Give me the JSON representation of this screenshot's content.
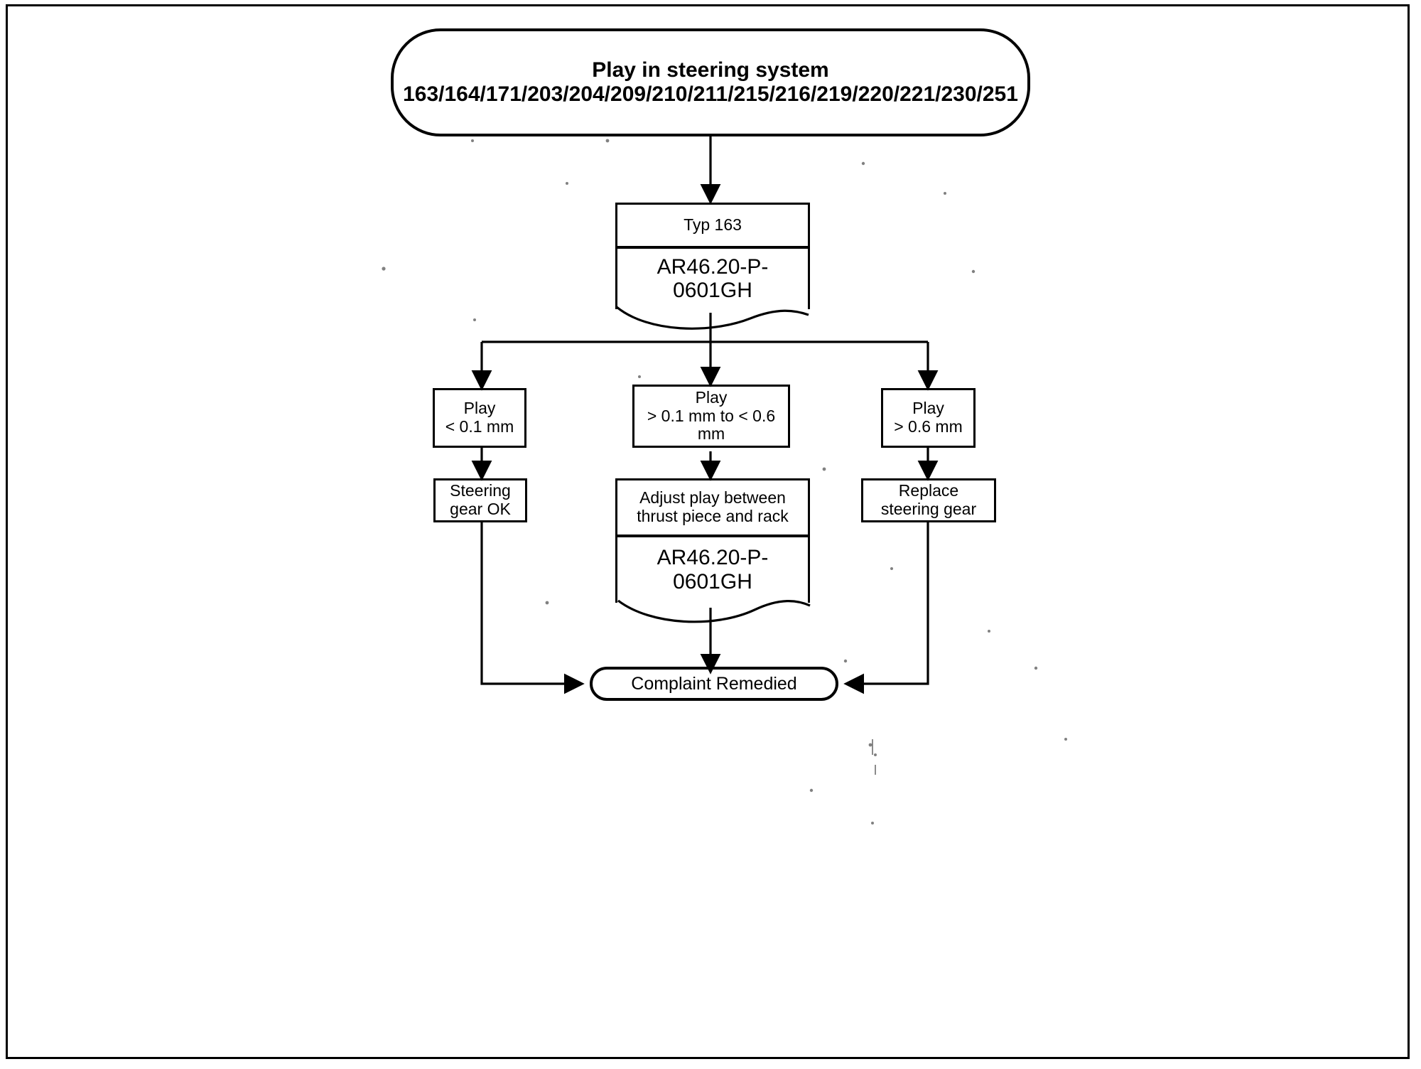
{
  "diagram": {
    "type": "flowchart",
    "title": "Play in steering system diagnostic flowchart",
    "start": {
      "shape": "terminal",
      "title": "Play in steering system",
      "codes": "163/164/171/203/204/209/210/211/215/216/219/220/221/230/251"
    },
    "reference": {
      "shape": "document",
      "header": "Typ 163",
      "body_line1": "AR46.20-P-",
      "body_line2": "0601GH"
    },
    "conditions": [
      {
        "id": "cond-play-lt-01",
        "shape": "process",
        "line1": "Play",
        "line2": "< 0.1 mm",
        "line3": ""
      },
      {
        "id": "cond-play-01-to-06",
        "shape": "process",
        "line1": "Play",
        "line2": "> 0.1 mm to < 0.6",
        "line3": "mm"
      },
      {
        "id": "cond-play-gt-06",
        "shape": "process",
        "line1": "Play",
        "line2": "> 0.6 mm",
        "line3": ""
      }
    ],
    "actions": [
      {
        "id": "action-steering-gear-ok",
        "shape": "process",
        "line1": "Steering",
        "line2": "gear OK"
      },
      {
        "id": "action-adjust-play",
        "shape": "document",
        "line1": "Adjust play between",
        "line2": "thrust piece and rack",
        "doc_line1": "AR46.20-P-",
        "doc_line2": "0601GH"
      },
      {
        "id": "action-replace-steering-gear",
        "shape": "process",
        "line1": "Replace",
        "line2": "steering gear"
      }
    ],
    "end": {
      "shape": "terminal",
      "label": "Complaint Remedied"
    },
    "colors": {
      "stroke": "#000000",
      "fill": "#ffffff",
      "text": "#000000"
    }
  }
}
